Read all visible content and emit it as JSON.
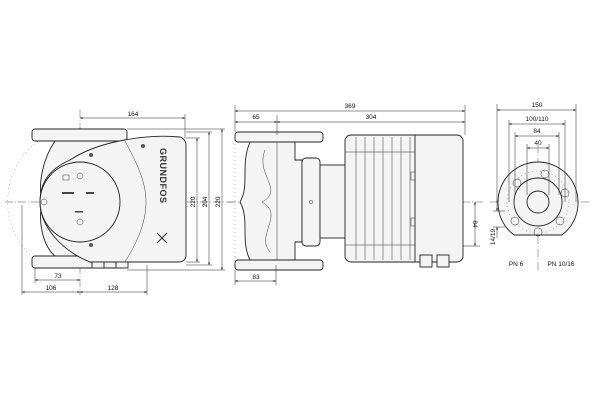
{
  "front_view": {
    "logo": "GRUNDFOS",
    "dims": {
      "width_top": "164",
      "height_inner": "220",
      "height_mid": "204",
      "height_outer": "220",
      "left_inner": "73",
      "left_outer": "106",
      "right": "128"
    }
  },
  "side_view": {
    "dims": {
      "overall": "369",
      "flange_offset": "65",
      "motor": "304",
      "axis_height": "84",
      "bottom_offset": "83"
    }
  },
  "flange_view": {
    "dims": {
      "outer": "150",
      "bolt_circle": "100/110",
      "raised_face": "84",
      "bore": "40",
      "hole": "14/19"
    },
    "labels": {
      "left": "PN 6",
      "right": "PN 10/16"
    }
  }
}
